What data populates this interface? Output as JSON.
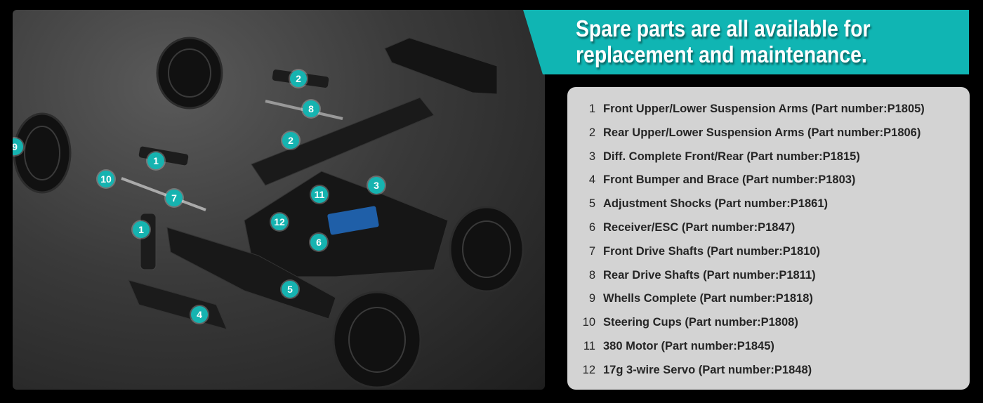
{
  "headline": {
    "line1": "Spare parts are all available for",
    "line2": "replacement and maintenance."
  },
  "parts": [
    {
      "num": "1",
      "text": "Front Upper/Lower Suspension Arms (Part number:P1805)"
    },
    {
      "num": "2",
      "text": "Rear Upper/Lower Suspension Arms (Part number:P1806)"
    },
    {
      "num": "3",
      "text": "Diff. Complete Front/Rear (Part number:P1815)"
    },
    {
      "num": "4",
      "text": "Front Bumper and Brace (Part number:P1803)"
    },
    {
      "num": "5",
      "text": "Adjustment Shocks (Part number:P1861)"
    },
    {
      "num": "6",
      "text": "Receiver/ESC (Part number:P1847)"
    },
    {
      "num": "7",
      "text": "Front Drive Shafts (Part number:P1810)"
    },
    {
      "num": "8",
      "text": "Rear Drive Shafts (Part number:P1811)"
    },
    {
      "num": "9",
      "text": "Whells Complete (Part number:P1818)"
    },
    {
      "num": "10",
      "text": "Steering Cups (Part number:P1808)"
    },
    {
      "num": "11",
      "text": "380 Motor (Part number:P1845)"
    },
    {
      "num": "12",
      "text": "17g 3-wire Servo (Part number:P1848)"
    }
  ],
  "markers": [
    "2",
    "8",
    "2",
    "9",
    "1",
    "10",
    "7",
    "11",
    "3",
    "12",
    "1",
    "6",
    "5",
    "4"
  ],
  "colors": {
    "accent": "#10b5b3",
    "panel": "#d3d3d3"
  }
}
